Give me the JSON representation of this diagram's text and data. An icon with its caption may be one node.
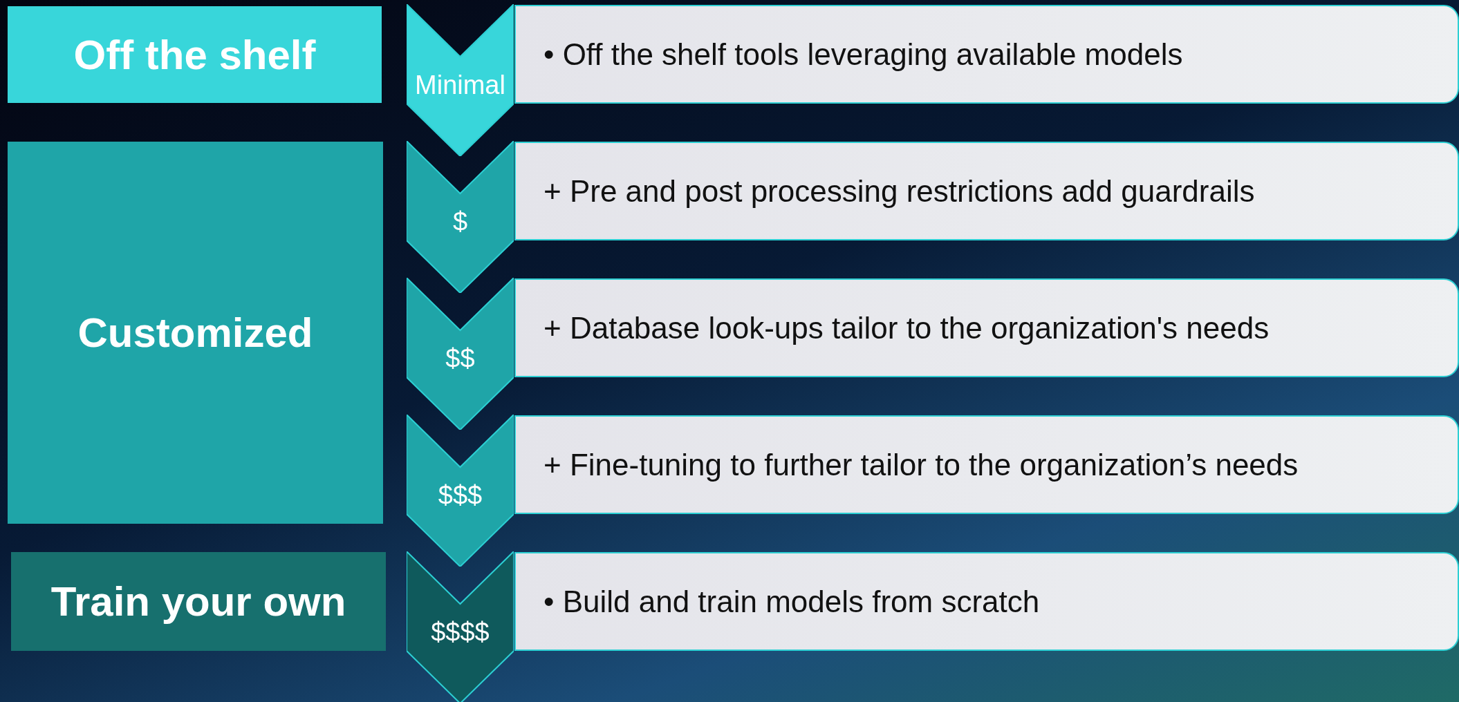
{
  "diagram": {
    "nodes": [
      {
        "text": [
          "Off the shelf"
        ]
      },
      {
        "text": [
          "Customized"
        ]
      },
      {
        "text": [
          "Train your own"
        ]
      },
      {
        "text": [
          "Minimal"
        ]
      },
      {
        "text": [
          "$"
        ]
      },
      {
        "text": [
          "$$"
        ]
      },
      {
        "text": [
          "$$$"
        ]
      },
      {
        "text": [
          "$$$$"
        ]
      },
      {
        "text": [
          "• Off the shelf tools leveraging available models"
        ]
      },
      {
        "text": [
          "+ Pre and post processing restrictions add guardrails"
        ]
      },
      {
        "text": [
          "+ Database look-ups tailor to the organization's needs"
        ]
      },
      {
        "text": [
          "+ Fine-tuning to further tailor to the organization’s needs"
        ]
      },
      {
        "text": [
          "• Build and train models from scratch"
        ]
      }
    ]
  }
}
